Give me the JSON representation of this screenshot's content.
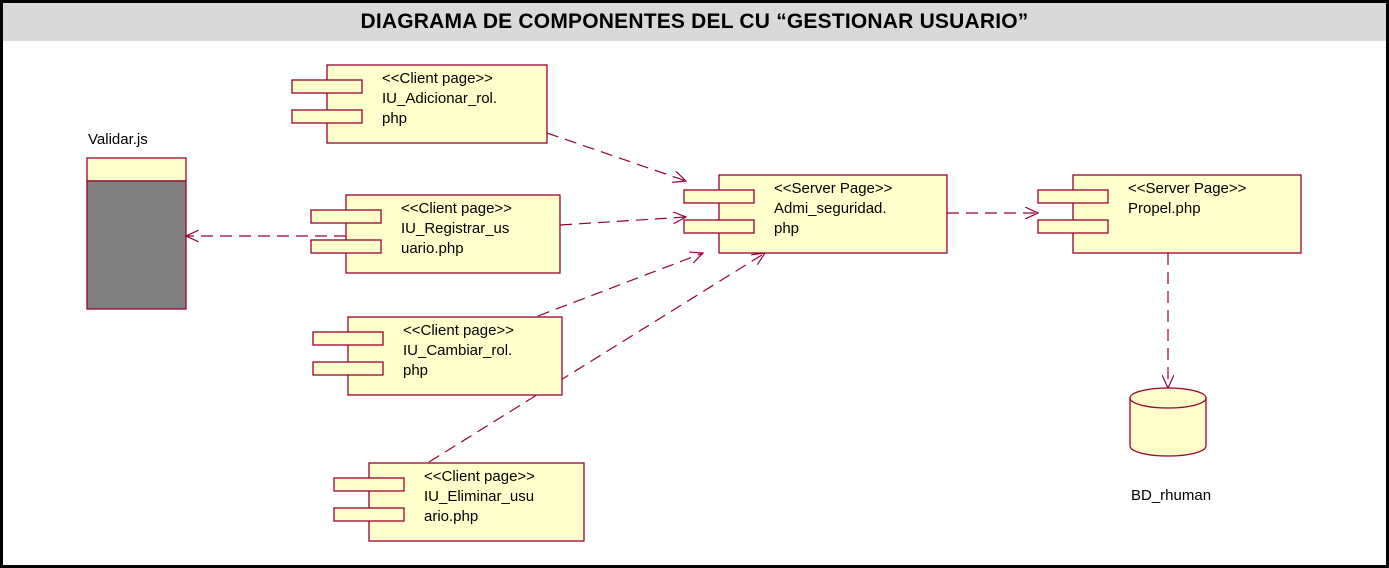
{
  "title": "DIAGRAMA DE COMPONENTES DEL CU “GESTIONAR USUARIO”",
  "colors": {
    "component_fill": "#ffffcc",
    "component_stroke": "#990033",
    "js_body": "#808080",
    "arrow": "#990033"
  },
  "components": [
    {
      "id": "adicionar",
      "lines": [
        "<<Client page>>",
        "IU_Adicionar_rol.",
        "php"
      ]
    },
    {
      "id": "registrar",
      "lines": [
        "<<Client page>>",
        "IU_Registrar_us",
        "uario.php"
      ]
    },
    {
      "id": "cambiar",
      "lines": [
        "<<Client page>>",
        "IU_Cambiar_rol.",
        "php"
      ]
    },
    {
      "id": "eliminar",
      "lines": [
        "<<Client page>>",
        "IU_Eliminar_usu",
        "ario.php"
      ]
    },
    {
      "id": "admi",
      "lines": [
        "<<Server Page>>",
        "Admi_seguridad.",
        "php"
      ]
    },
    {
      "id": "propel",
      "lines": [
        "<<Server Page>>",
        "Propel.php"
      ]
    }
  ],
  "validar": {
    "label": "Validar.js"
  },
  "database": {
    "label": "BD_rhuman"
  },
  "dependencies": [
    {
      "from": "adicionar",
      "to": "admi"
    },
    {
      "from": "registrar",
      "to": "admi"
    },
    {
      "from": "cambiar",
      "to": "admi"
    },
    {
      "from": "eliminar",
      "to": "admi"
    },
    {
      "from": "registrar",
      "to": "validar"
    },
    {
      "from": "admi",
      "to": "propel"
    },
    {
      "from": "propel",
      "to": "database"
    }
  ]
}
